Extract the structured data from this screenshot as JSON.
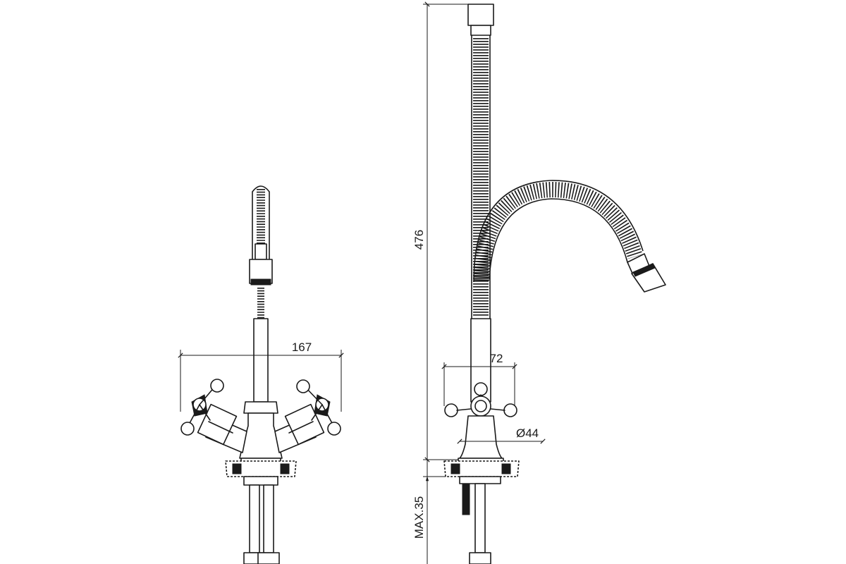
{
  "dimensions": {
    "front_width": "167",
    "side_width": "72",
    "height": "476",
    "base_diameter": "Ø44",
    "mount_thickness": "MAX.35"
  }
}
